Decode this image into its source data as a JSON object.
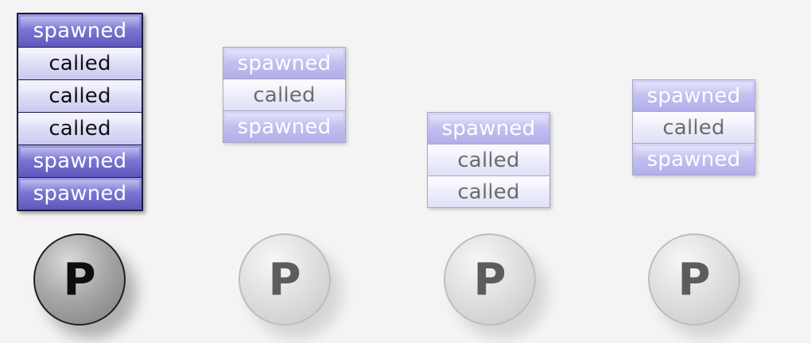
{
  "processors": [
    {
      "label": "P",
      "active": true,
      "stack": [
        "spawned",
        "called",
        "called",
        "called",
        "spawned",
        "spawned"
      ]
    },
    {
      "label": "P",
      "active": false,
      "stack": [
        "spawned",
        "called",
        "spawned"
      ]
    },
    {
      "label": "P",
      "active": false,
      "stack": [
        "spawned",
        "called",
        "called"
      ]
    },
    {
      "label": "P",
      "active": false,
      "stack": [
        "spawned",
        "called",
        "spawned"
      ]
    }
  ],
  "colors": {
    "spawned_active": "#7a75d2",
    "called_active": "#dcdcf6",
    "spawned_inactive": "#c2bff0",
    "called_inactive": "#ececfb"
  }
}
